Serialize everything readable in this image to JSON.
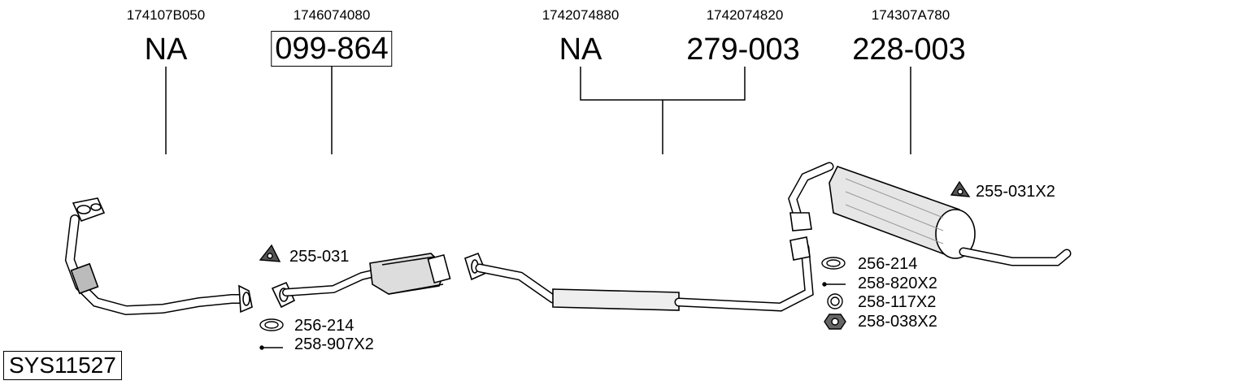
{
  "oem_numbers": [
    "174107B050",
    "1746074080",
    "1742074880",
    "1742074820",
    "174307A780"
  ],
  "part_numbers": [
    "NA",
    "099-864",
    "NA",
    "279-003",
    "228-003"
  ],
  "accessories": {
    "front": [
      "255-031",
      "256-214",
      "258-907X2"
    ],
    "rear_top": [
      "255-031X2"
    ],
    "rear": [
      "256-214",
      "258-820X2",
      "258-117X2",
      "258-038X2"
    ]
  },
  "system_code": "SYS11527"
}
